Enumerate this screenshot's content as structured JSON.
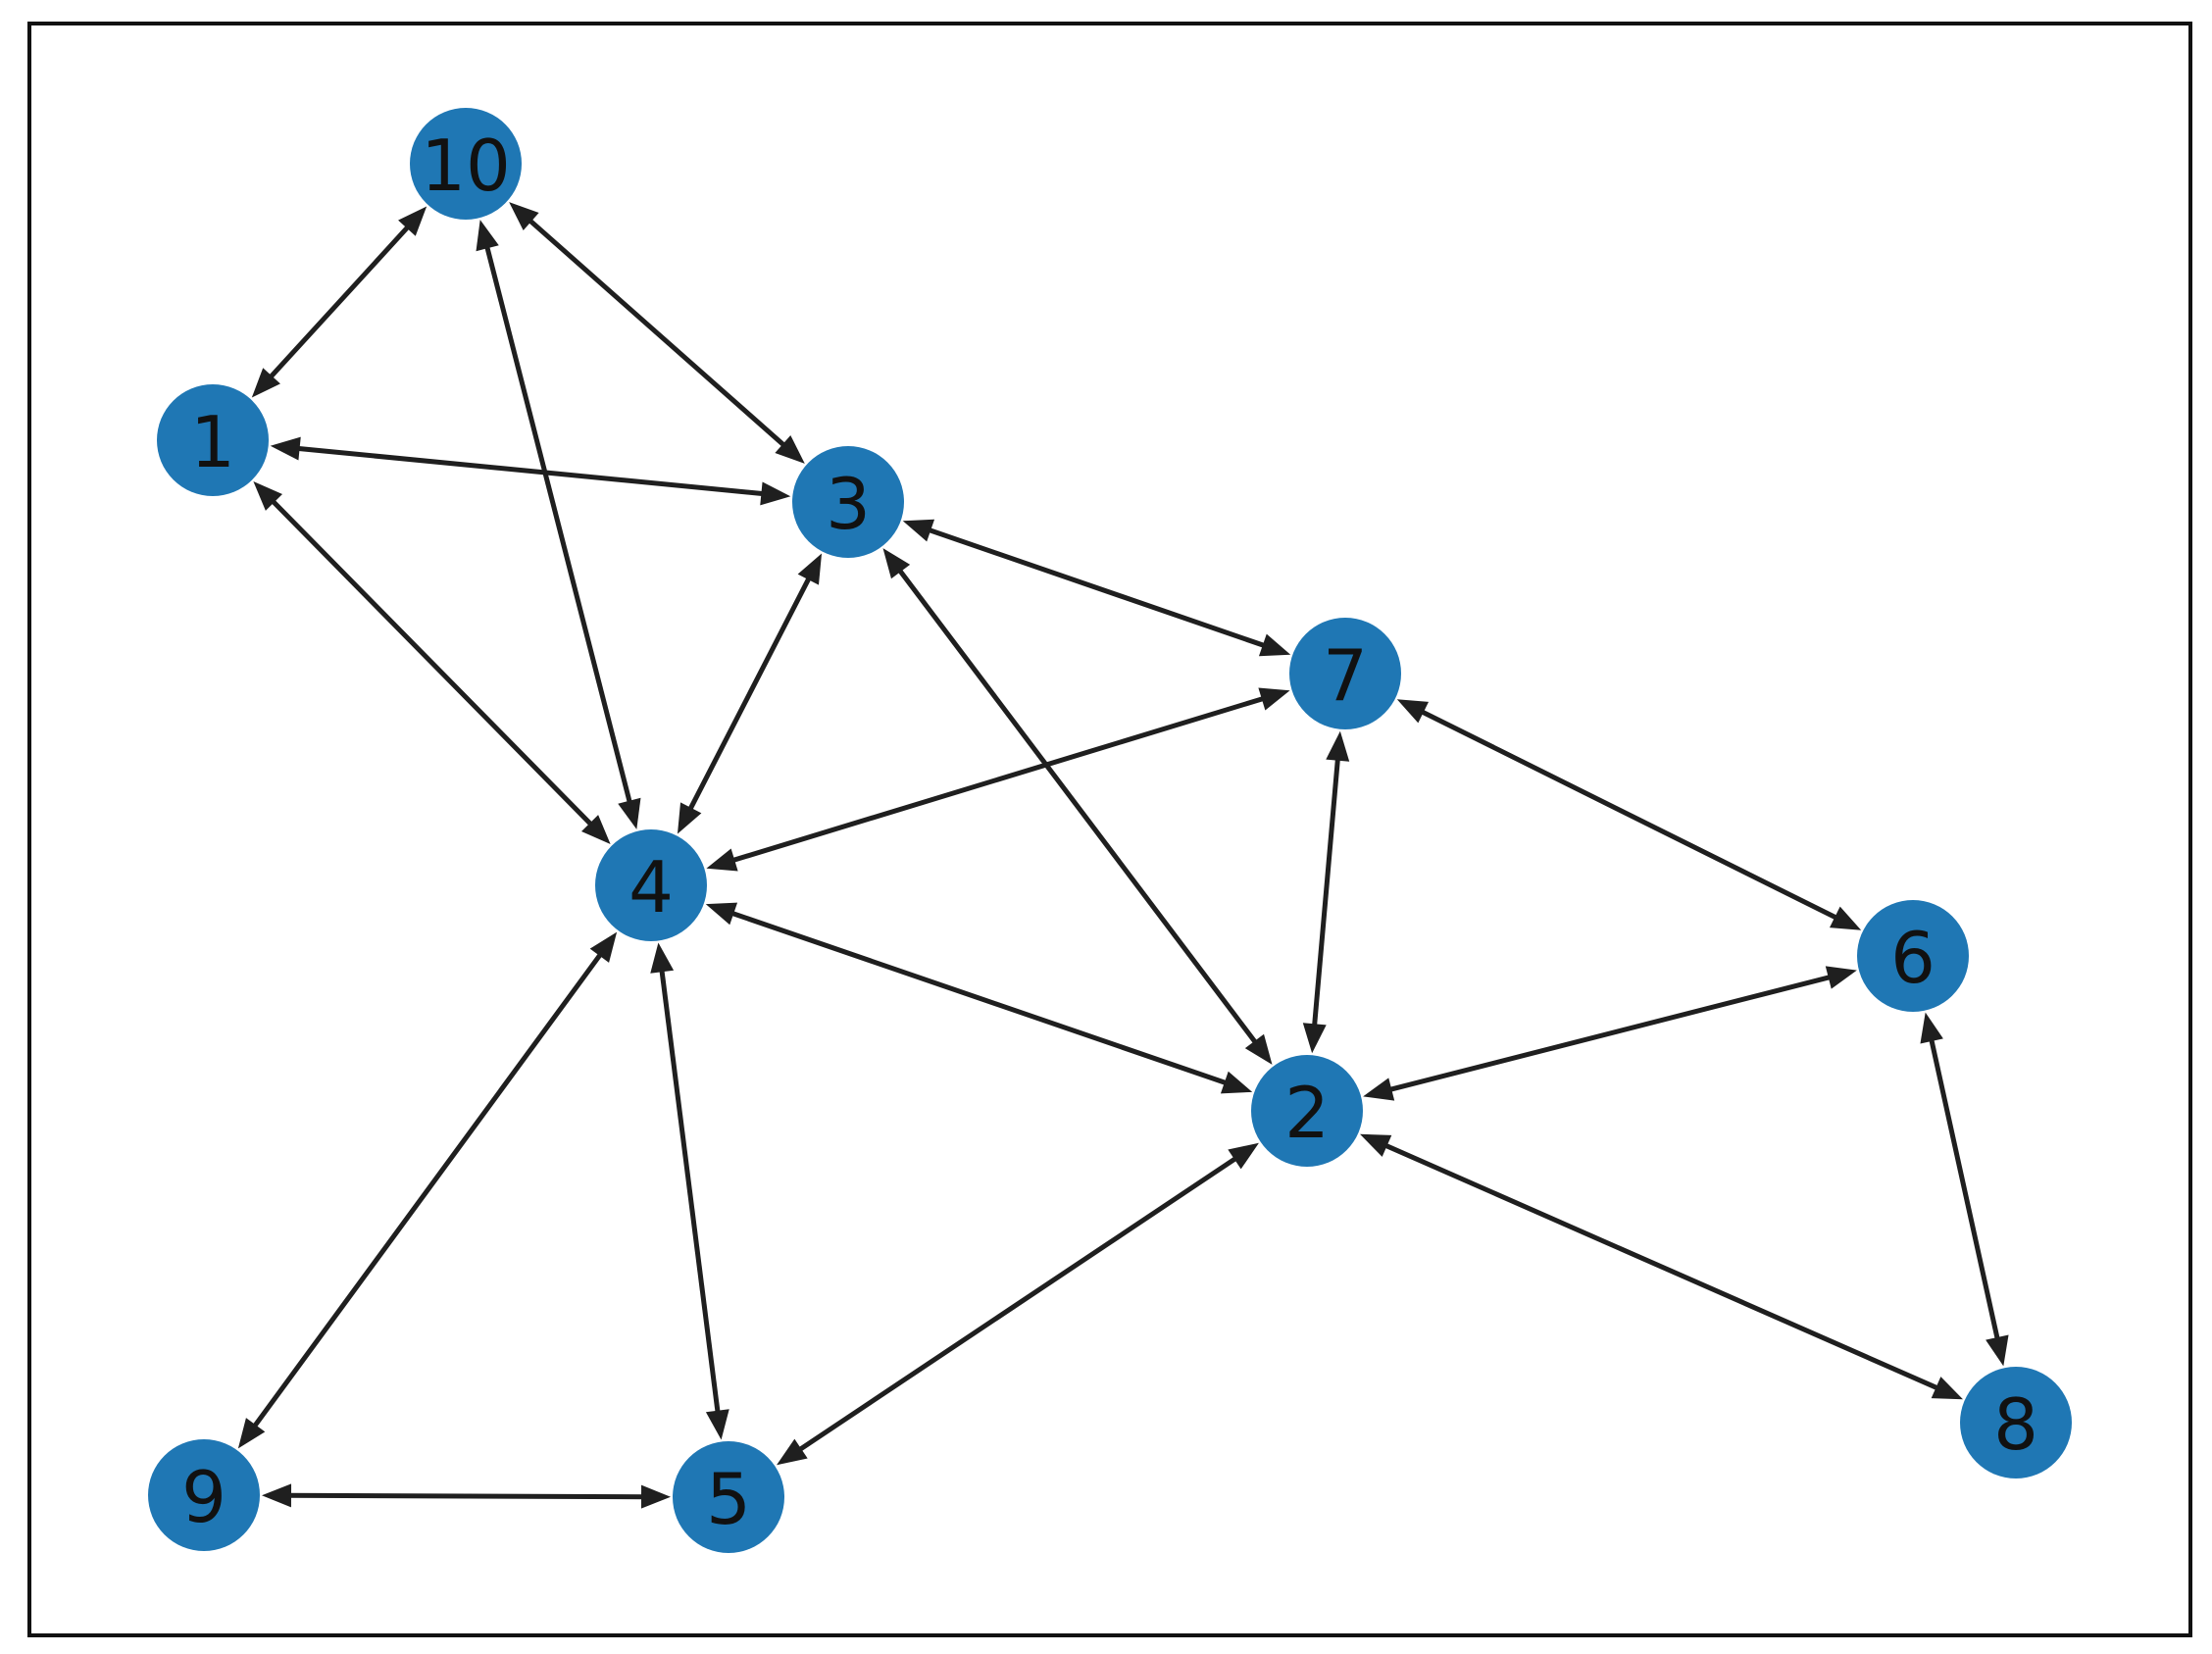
{
  "graph": {
    "directed": true,
    "bidirectional_edges": true,
    "colors": {
      "node_fill": "#1f77b4",
      "edge": "#1f1f1f",
      "label": "#111111",
      "frame": "#111111",
      "background": "#ffffff"
    },
    "nodes": [
      {
        "id": "1",
        "label": "1"
      },
      {
        "id": "2",
        "label": "2"
      },
      {
        "id": "3",
        "label": "3"
      },
      {
        "id": "4",
        "label": "4"
      },
      {
        "id": "5",
        "label": "5"
      },
      {
        "id": "6",
        "label": "6"
      },
      {
        "id": "7",
        "label": "7"
      },
      {
        "id": "8",
        "label": "8"
      },
      {
        "id": "9",
        "label": "9"
      },
      {
        "id": "10",
        "label": "10"
      }
    ],
    "edges": [
      {
        "source": "10",
        "target": "1"
      },
      {
        "source": "10",
        "target": "3"
      },
      {
        "source": "10",
        "target": "4"
      },
      {
        "source": "1",
        "target": "3"
      },
      {
        "source": "1",
        "target": "4"
      },
      {
        "source": "3",
        "target": "4"
      },
      {
        "source": "3",
        "target": "7"
      },
      {
        "source": "3",
        "target": "2"
      },
      {
        "source": "7",
        "target": "4"
      },
      {
        "source": "7",
        "target": "2"
      },
      {
        "source": "7",
        "target": "6"
      },
      {
        "source": "4",
        "target": "2"
      },
      {
        "source": "4",
        "target": "5"
      },
      {
        "source": "4",
        "target": "9"
      },
      {
        "source": "6",
        "target": "2"
      },
      {
        "source": "6",
        "target": "8"
      },
      {
        "source": "2",
        "target": "5"
      },
      {
        "source": "2",
        "target": "8"
      },
      {
        "source": "9",
        "target": "5"
      }
    ]
  }
}
